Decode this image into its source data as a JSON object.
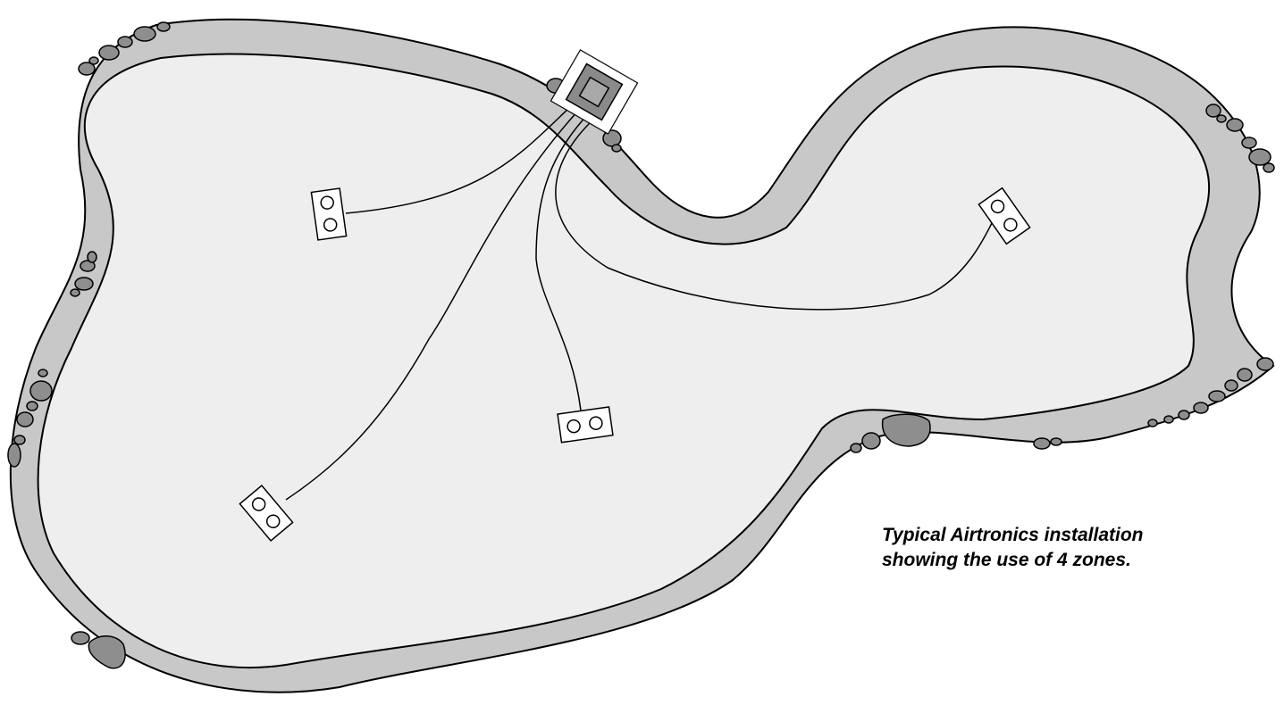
{
  "caption": {
    "line1": "Typical Airtronics installation",
    "line2": "showing the use of 4 zones."
  },
  "diagram": {
    "zones": 4,
    "colors": {
      "rim": "#c8c8c8",
      "water": "#eeeeee",
      "rock": "#8e8e8e",
      "controller_outer": "#8a8a8a",
      "controller_inner": "#a8a8a8",
      "outline": "#000000"
    }
  }
}
